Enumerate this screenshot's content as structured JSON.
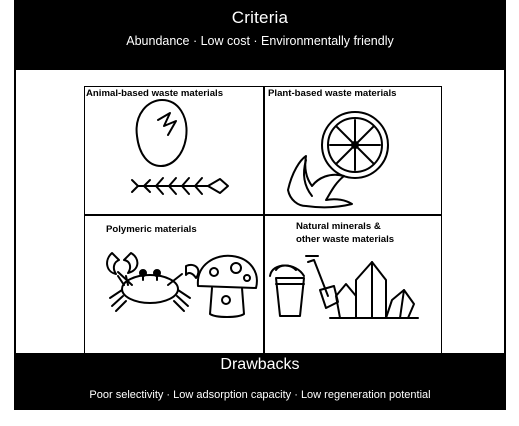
{
  "criteria": {
    "title": "Criteria",
    "items": "Abundance · Low cost · Environmentally friendly"
  },
  "categories": [
    {
      "label": "Animal-based waste materials",
      "icon": "eggshell-and-fishbone-icon"
    },
    {
      "label": "Plant-based waste materials",
      "icon": "citrus-slice-and-peel-icon"
    },
    {
      "label": "Polymeric materials",
      "icon": "crab-and-mushroom-icon"
    },
    {
      "label_line1": "Natural minerals &",
      "label_line2": "other waste materials",
      "icon": "sand-bucket-and-crystals-icon"
    }
  ],
  "drawbacks": {
    "title": "Drawbacks",
    "items": "Poor selectivity · Low adsorption capacity · Low regeneration potential"
  }
}
